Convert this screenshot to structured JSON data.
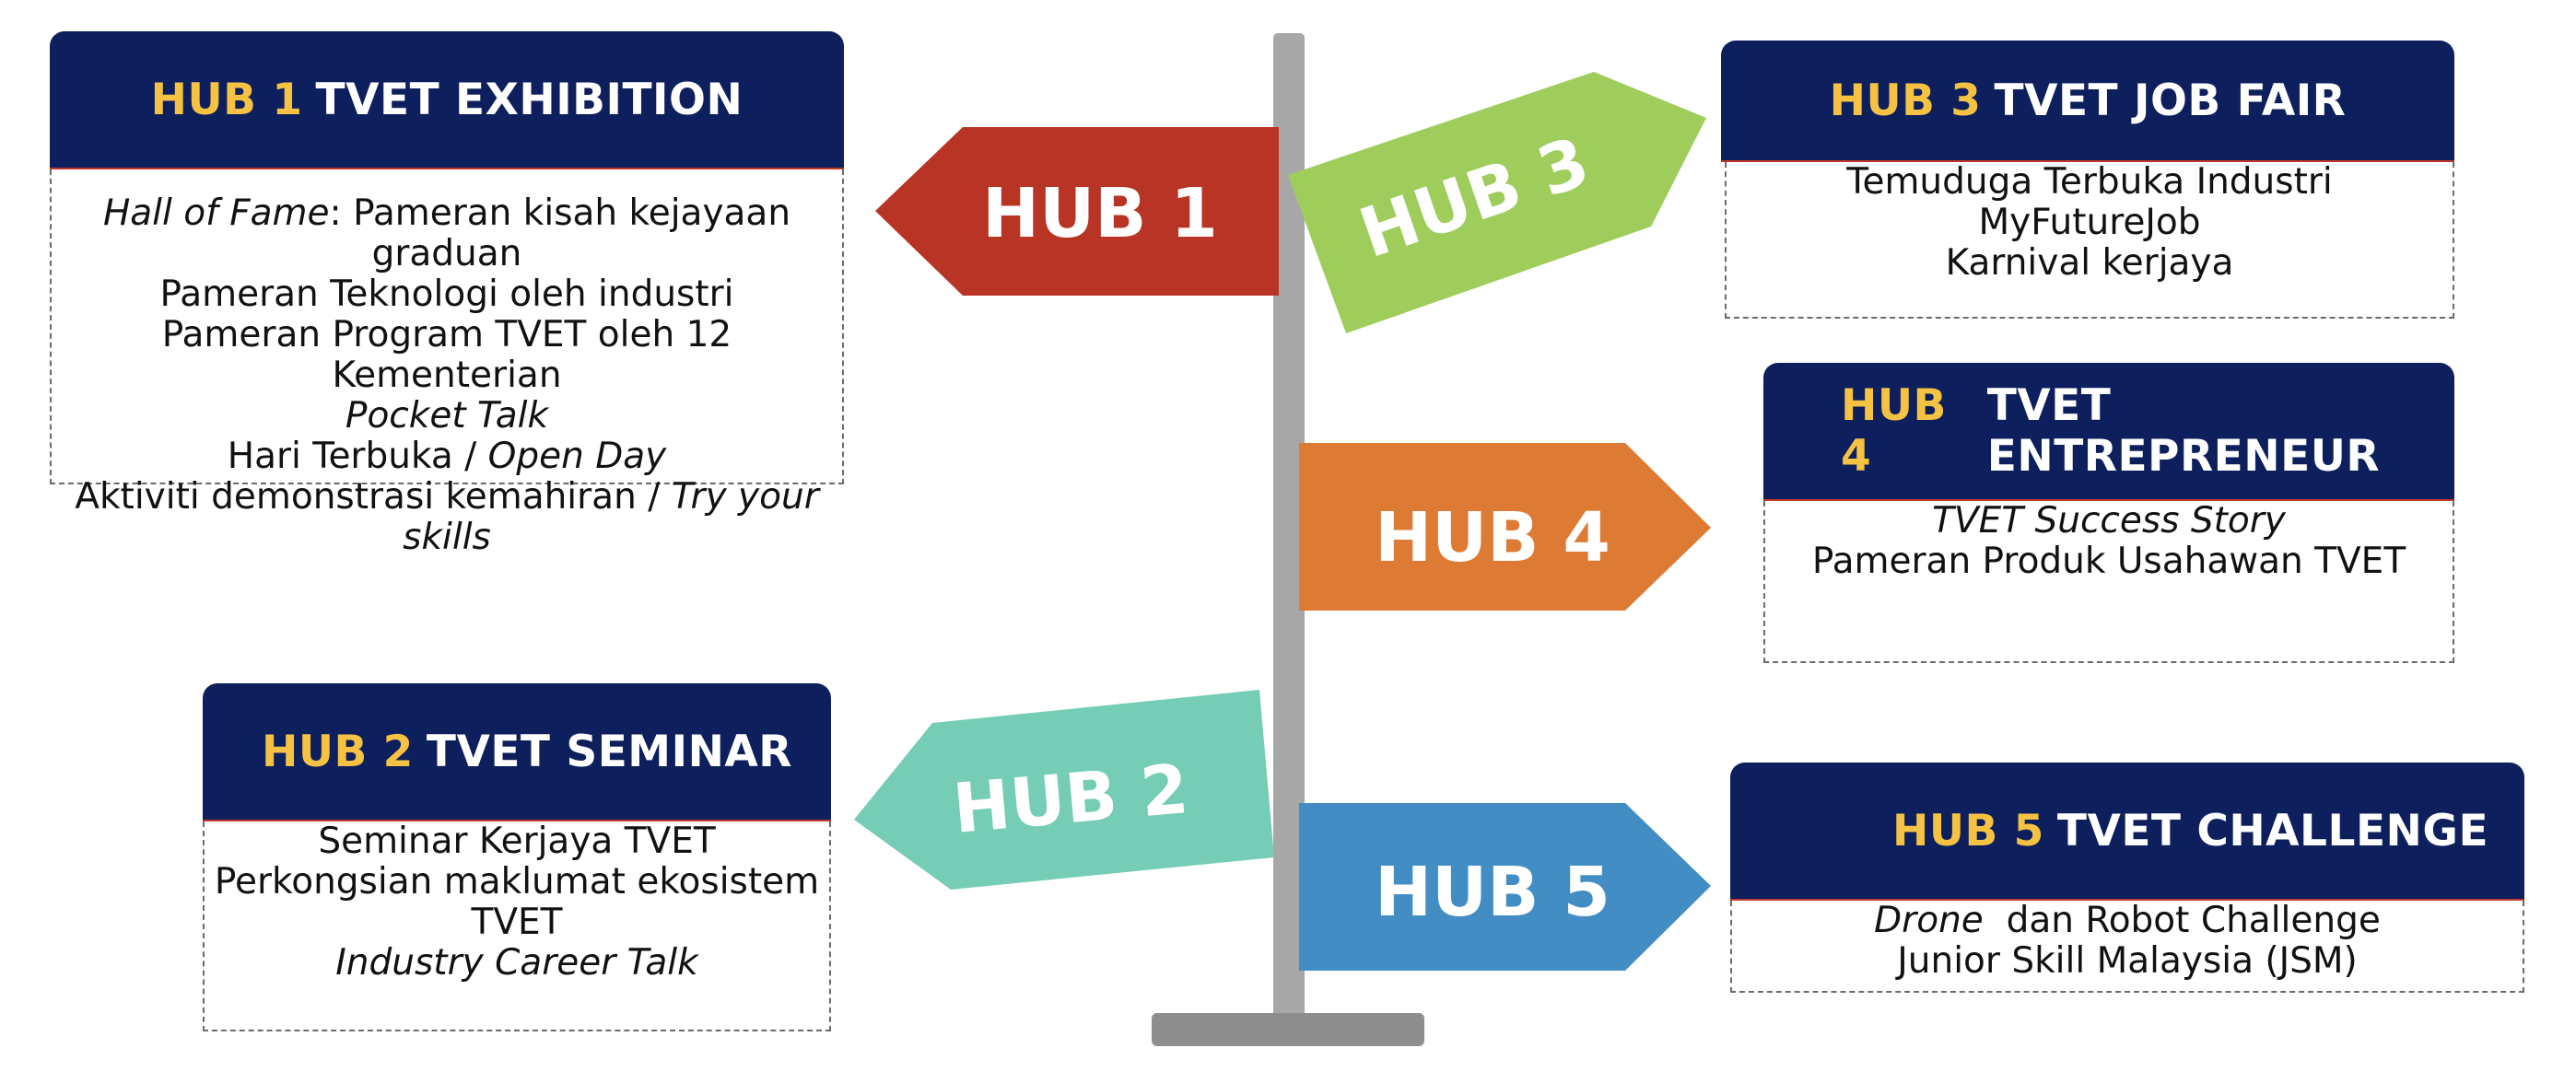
{
  "colors": {
    "header_bg": "#0d1f5c",
    "hub_number": "#f6c244",
    "hub1_arrow": "#b83424",
    "hub2_arrow": "#74cdb4",
    "hub3_arrow": "#9ecd5c",
    "hub4_arrow": "#dd7a34",
    "hub5_arrow": "#418dc4",
    "pole": "#a7a7a7",
    "base": "#8e8e8e"
  },
  "signpost": {
    "hub1": "HUB 1",
    "hub2": "HUB 2",
    "hub3": "HUB 3",
    "hub4": "HUB 4",
    "hub5": "HUB 5"
  },
  "cards": {
    "hub1": {
      "number": "HUB 1",
      "title": "TVET EXHIBITION",
      "lines": [
        {
          "italic": "Hall of Fame",
          "normal": ": Pameran kisah kejayaan"
        },
        {
          "normal": "graduan"
        },
        {
          "normal": "Pameran Teknologi oleh industri"
        },
        {
          "normal": "Pameran Program TVET oleh 12 Kementerian"
        },
        {
          "italic": "Pocket Talk"
        },
        {
          "normal": "Hari Terbuka / ",
          "italic": "Open Day"
        },
        {
          "normal": "Aktiviti demonstrasi kemahiran / ",
          "italic": "Try your skills"
        }
      ]
    },
    "hub2": {
      "number": "HUB 2",
      "title": "TVET SEMINAR",
      "lines": [
        {
          "normal": "Seminar Kerjaya TVET"
        },
        {
          "normal": "Perkongsian maklumat ekosistem"
        },
        {
          "normal": "TVET"
        },
        {
          "italic": "Industry Career Talk"
        }
      ]
    },
    "hub3": {
      "number": "HUB 3",
      "title": "TVET JOB FAIR",
      "lines": [
        {
          "normal": "Temuduga Terbuka Industri"
        },
        {
          "normal": "MyFutureJob"
        },
        {
          "normal": "Karnival kerjaya"
        }
      ]
    },
    "hub4": {
      "number": "HUB 4",
      "title": "TVET ENTREPRENEUR",
      "lines": [
        {
          "italic": "TVET Success Story"
        },
        {
          "normal": "Pameran Produk Usahawan TVET"
        }
      ]
    },
    "hub5": {
      "number": "HUB 5",
      "title": "TVET CHALLENGE",
      "lines": [
        {
          "italic": "Drone",
          "normal": "  dan Robot Challenge"
        },
        {
          "normal": "Junior Skill Malaysia (JSM)"
        }
      ]
    }
  }
}
